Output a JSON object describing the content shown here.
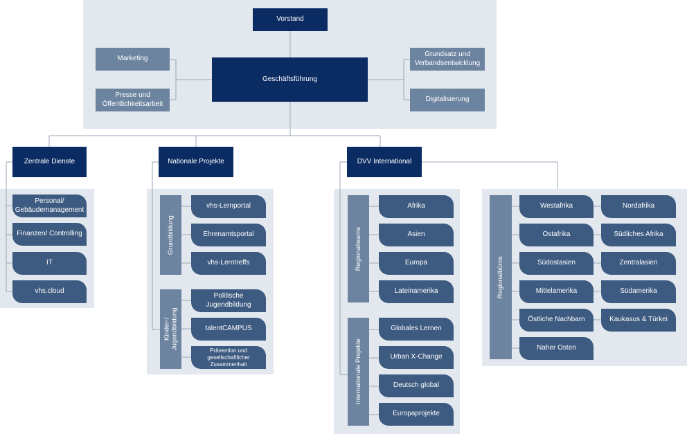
{
  "top": {
    "board": "Vorstand",
    "management": "Geschäftsführung",
    "staff_left": [
      "Marketing",
      "Presse und Öffentlichkeitsarbeit"
    ],
    "staff_right": [
      "Grundsatz und Verbandsentwicklung",
      "Digitalisierung"
    ]
  },
  "divisions": {
    "central": {
      "title": "Zentrale Dienste",
      "items": [
        "Personal/ Gebäudemanagement",
        "Finanzen/ Controlling",
        "IT",
        "vhs.cloud"
      ]
    },
    "national": {
      "title": "Nationale Projekte",
      "groups": [
        {
          "label": "Grundbildung",
          "items": [
            "vhs-Lernportal",
            "Ehrenamtsportal",
            "vhs-Lerntreffs"
          ]
        },
        {
          "label": "Kinder-/ Jugendbildung",
          "items": [
            "Politische Jugendbildung",
            "talentCAMPUS",
            "Prävention und gesellschaftlicher Zusammenhalt"
          ]
        }
      ]
    },
    "international": {
      "title": "DVV International",
      "groups": [
        {
          "label": "Regionalteams",
          "items": [
            "Afrika",
            "Asien",
            "Europa",
            "Lateinamerika"
          ]
        },
        {
          "label": "Internationale Projekte",
          "items": [
            "Globales Lernen",
            "Urban X-Change",
            "Deutsch global",
            "Europaprojekte"
          ]
        }
      ],
      "offices": {
        "label": "Regionalbüros",
        "col1": [
          "Westafrika",
          "Ostafrika",
          "Südostasien",
          "Mittelamerika",
          "Östliche Nachbarn",
          "Naher Osten"
        ],
        "col2": [
          "Nordafrika",
          "Südliches Afrika",
          "Zentralasien",
          "Südamerika",
          "Kaukasus & Türkei"
        ]
      }
    }
  },
  "colors": {
    "dark_box": "#0b2c63",
    "staff_box": "#6d84a0",
    "item_box": "#3d5a80",
    "panel_bg": "#e3e8ef",
    "line": "#9aa6b5"
  }
}
